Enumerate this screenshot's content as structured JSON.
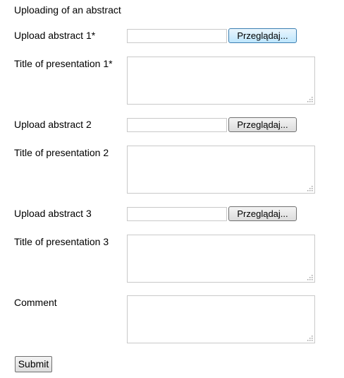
{
  "form": {
    "heading": "Uploading of an abstract",
    "browse_label": "Przeglądaj...",
    "fields": [
      {
        "upload_label": "Upload abstract 1*",
        "title_label": "Title of presentation 1*",
        "file_value": "",
        "title_value": ""
      },
      {
        "upload_label": "Upload abstract 2",
        "title_label": "Title of presentation 2",
        "file_value": "",
        "title_value": ""
      },
      {
        "upload_label": "Upload abstract 3",
        "title_label": "Title of presentation 3",
        "file_value": "",
        "title_value": ""
      }
    ],
    "comment_label": "Comment",
    "comment_value": "",
    "submit_label": "Submit"
  }
}
